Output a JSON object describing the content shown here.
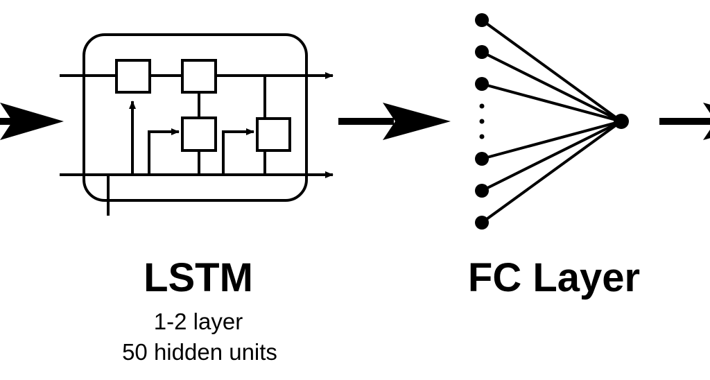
{
  "lstm": {
    "title": "LSTM",
    "detail_layers": "1-2 layer",
    "detail_units": "50 hidden units"
  },
  "fc": {
    "title": "FC Layer"
  },
  "colors": {
    "ink": "#000000",
    "background": "#ffffff"
  },
  "icons": {
    "lstm_block": "lstm-cell-icon",
    "fc_block": "fully-connected-fan-in-icon",
    "arrows": "right-arrow-icon"
  }
}
